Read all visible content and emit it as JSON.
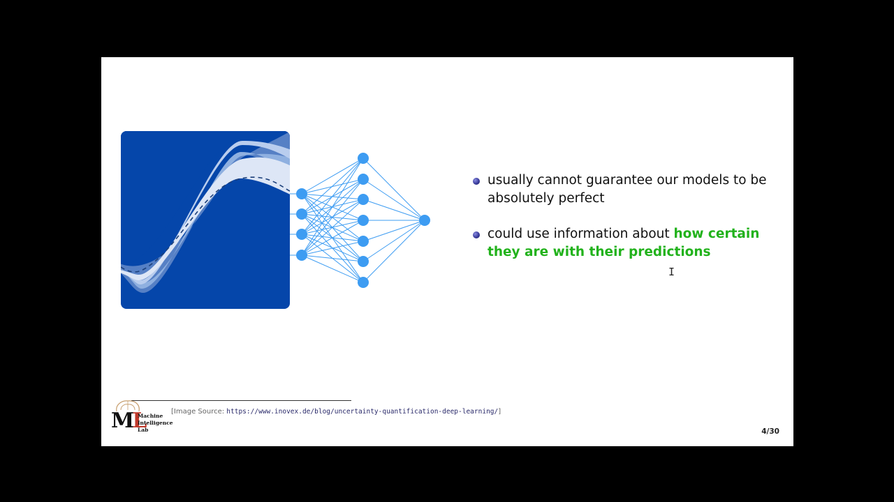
{
  "bullets": [
    {
      "plain": "usually cannot guarantee our models to be absolutely perfect",
      "highlight": ""
    },
    {
      "plain": "could use information about ",
      "highlight": "how certain they are with their predictions"
    }
  ],
  "footer": {
    "source_label": "[Image Source: ",
    "source_url": "https://www.inovex.de/blog/uncertainty-quantification-deep-learning/",
    "source_close": "]",
    "page_number": "4/30"
  },
  "logo": {
    "letters": "ML",
    "line1": "Machine",
    "line2": "Intelligence",
    "line3": "Lab"
  },
  "icons": {
    "bullet": "bullet-sphere-icon",
    "cursor": "text-cursor-icon"
  },
  "colors": {
    "highlight": "#22b21c",
    "figure_blue": "#0546aa",
    "node_blue": "#3d9cf2",
    "background": "#000000",
    "slide": "#ffffff"
  }
}
